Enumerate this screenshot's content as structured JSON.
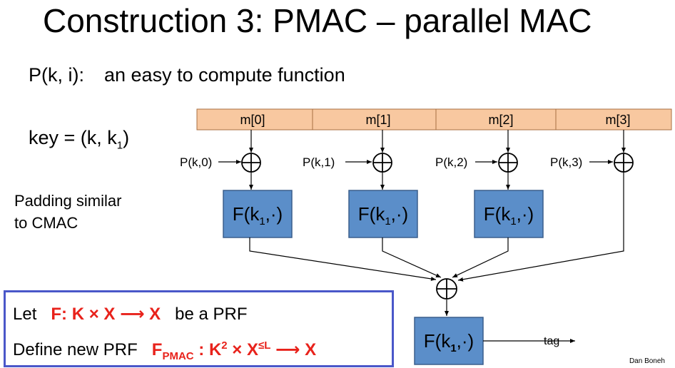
{
  "title": "Construction 3:  PMAC – parallel MAC",
  "subtitle": {
    "func": "P(k, i):",
    "desc": "an easy to compute function"
  },
  "key": {
    "prefix": "key = (k, k",
    "sub": "1",
    "suffix": ")"
  },
  "padding": {
    "line1": "Padding similar",
    "line2": "to CMAC"
  },
  "message": {
    "segments": [
      "m[0]",
      "m[1]",
      "m[2]",
      "m[3]"
    ]
  },
  "p_labels": [
    "P(k,0)",
    "P(k,1)",
    "P(k,2)",
    "P(k,3)"
  ],
  "f_block": {
    "prefix": "F(k",
    "sub": "1",
    "suffix": ",·)"
  },
  "tag_label": "tag",
  "definition": {
    "let": "Let",
    "f_def": "F: K × X ⟶ X",
    "be_prf": "be a PRF",
    "define": "Define new PRF",
    "fpmac_f": "F",
    "fpmac_sub": "PMAC",
    "fpmac_colon": " : K",
    "k_sup": "2",
    "times": " × X",
    "x_sup": "≤L",
    "arrow": " ⟶ X"
  },
  "credit": "Dan Boneh",
  "colors": {
    "message_fill": "#f8c8a0",
    "block_fill": "#5b8ec9",
    "block_stroke": "#3b5f8c",
    "red": "#e8221b",
    "box_border": "#4a57c9"
  }
}
